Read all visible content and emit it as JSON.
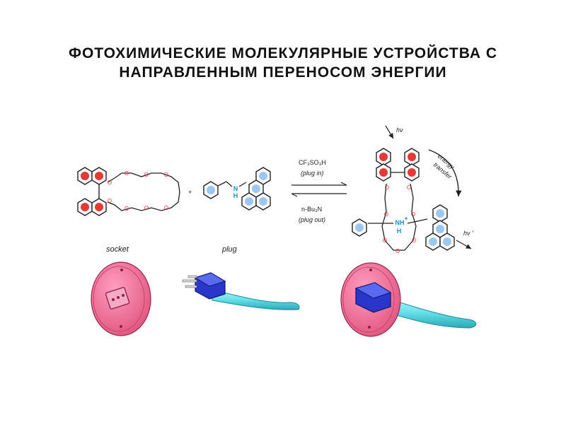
{
  "title": {
    "line1": "ФОТОХИМИЧЕСКИЕ МОЛЕКУЛЯРНЫЕ УСТРОЙСТВА С",
    "line2": "НАПРАВЛЕННЫМ ПЕРЕНОСОМ ЭНЕРГИИ"
  },
  "reaction": {
    "plus": "+",
    "forward_reagent": "CF₃SO₃H",
    "forward_note": "(plug in)",
    "reverse_reagent": "n-Bu₃N",
    "reverse_note": "(plug out)",
    "hv_in": "hν",
    "hv_out": "hν '",
    "energy_transfer_1": "energy",
    "energy_transfer_2": "transfer",
    "amine_label": "N",
    "amine_h": "H",
    "ammonium_label": "NH",
    "ammonium_plus": "+",
    "oxygen": "O"
  },
  "captions": {
    "socket": "socket",
    "plug": "plug"
  },
  "colors": {
    "oxygen_ring": "#e53935",
    "naphthalene_fill": "#e53935",
    "blue_ring_fill": "#9ec7f0",
    "nitrogen": "#1a8fd8",
    "socket_pink": "#ee6e9a",
    "cable_cyan": "#66e0e8",
    "plug_blue": "#2a36c9"
  }
}
